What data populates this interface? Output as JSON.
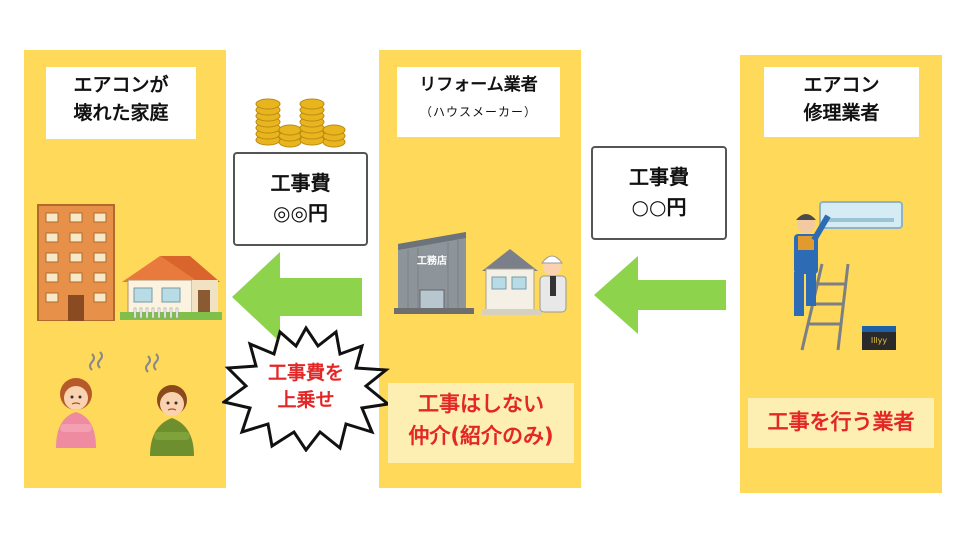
{
  "left_panel": {
    "title_line1": "エアコンが",
    "title_line2": "壊れた家庭"
  },
  "middle_panel": {
    "title": "リフォーム業者",
    "subtitle": "（ハウスメーカー）",
    "shop_sign": "工務店",
    "note_line1": "工事はしない",
    "note_line2": "仲介(紹介のみ)"
  },
  "right_panel": {
    "title_line1": "エアコン",
    "title_line2": "修理業者",
    "note": "工事を行う業者",
    "toolbox_label": "Illyy"
  },
  "cost_left": {
    "line1": "工事費",
    "line2": "◎◎円"
  },
  "cost_right": {
    "line1": "工事費",
    "line2": "○○円"
  },
  "burst": {
    "line1": "工事費を",
    "line2": "上乗せ"
  },
  "colors": {
    "panel": "#fed95a",
    "arrow": "#8ed34c",
    "accent_red": "#e32727",
    "note_bg": "#fdeeb2"
  },
  "icons": [
    "coins-icon",
    "apartment-icon",
    "house-icon",
    "worried-woman-icon",
    "worried-man-icon",
    "warehouse-icon",
    "contractor-icon",
    "technician-icon",
    "air-conditioner-icon",
    "ladder-icon",
    "toolbox-icon"
  ]
}
